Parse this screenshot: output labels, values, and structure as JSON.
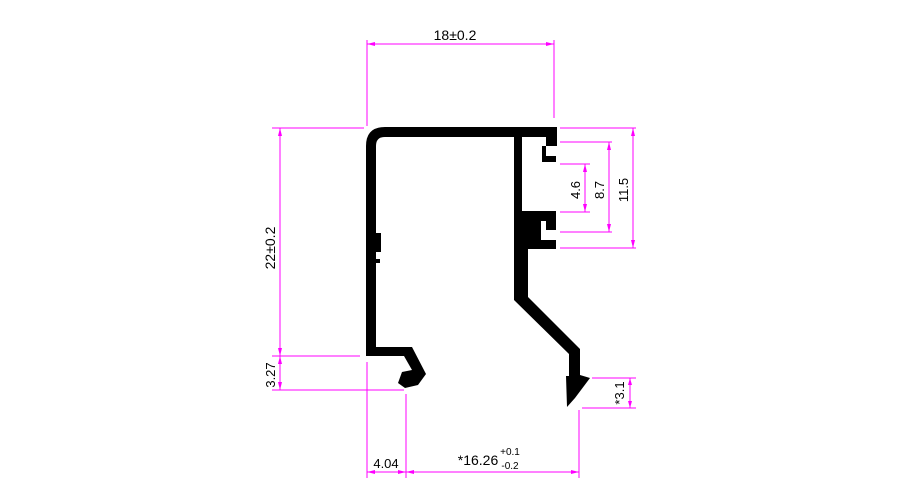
{
  "colors": {
    "dimension_lines": "#ff00ff",
    "profile": "#000000",
    "background": "#ffffff",
    "text": "#000000"
  },
  "dimensions": {
    "overall_width": "18±0.2",
    "overall_height": "22±0.2",
    "groove_inner": "4.6",
    "groove_mid": "8.7",
    "groove_outer": "11.5",
    "lip_height": "3.27",
    "left_offset": "4.04",
    "bottom_span": "*16.26",
    "bottom_span_tol_upper": "+0.1",
    "bottom_span_tol_lower": "-0.2",
    "tip_height": "*3.1"
  }
}
